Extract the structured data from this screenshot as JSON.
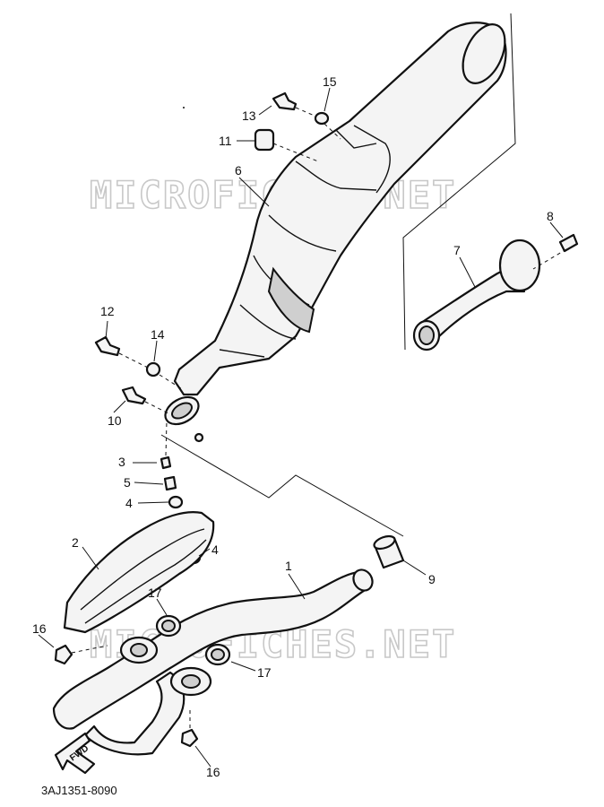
{
  "watermark": "MICROFICHES.NET",
  "diagram_code": "3AJ1351-8090",
  "fwd_label": "FWD",
  "callouts": {
    "c1": "1",
    "c2": "2",
    "c3": "3",
    "c4a": "4",
    "c4b": "4",
    "c5": "5",
    "c6": "6",
    "c7": "7",
    "c8": "8",
    "c9": "9",
    "c10": "10",
    "c11": "11",
    "c12": "12",
    "c13": "13",
    "c14": "14",
    "c15": "15",
    "c16a": "16",
    "c16b": "16",
    "c17a": "17",
    "c17b": "17"
  }
}
